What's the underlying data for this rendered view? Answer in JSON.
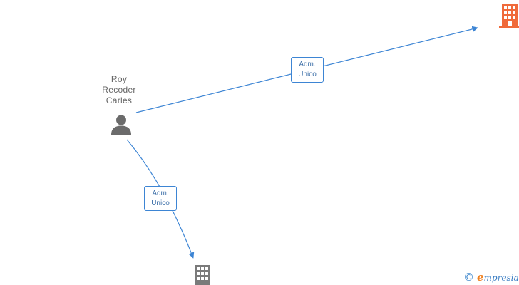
{
  "nodes": {
    "person": {
      "name_lines": [
        "Roy",
        "Recoder",
        "Carles"
      ],
      "icon": "person-icon",
      "color": "#6b6b6b"
    },
    "company_top": {
      "icon": "building-icon",
      "color": "#f06a3a"
    },
    "company_bottom": {
      "icon": "building-icon",
      "color": "#7a7a7a"
    }
  },
  "edges": [
    {
      "from": "person",
      "to": "company_top",
      "label_lines": [
        "Adm.",
        "Unico"
      ]
    },
    {
      "from": "person",
      "to": "company_bottom",
      "label_lines": [
        "Adm.",
        "Unico"
      ]
    }
  ],
  "edge_color": "#3d85d4",
  "watermark": {
    "copyright_symbol": "©",
    "brand_initial": "e",
    "brand_rest": "mpresia"
  }
}
